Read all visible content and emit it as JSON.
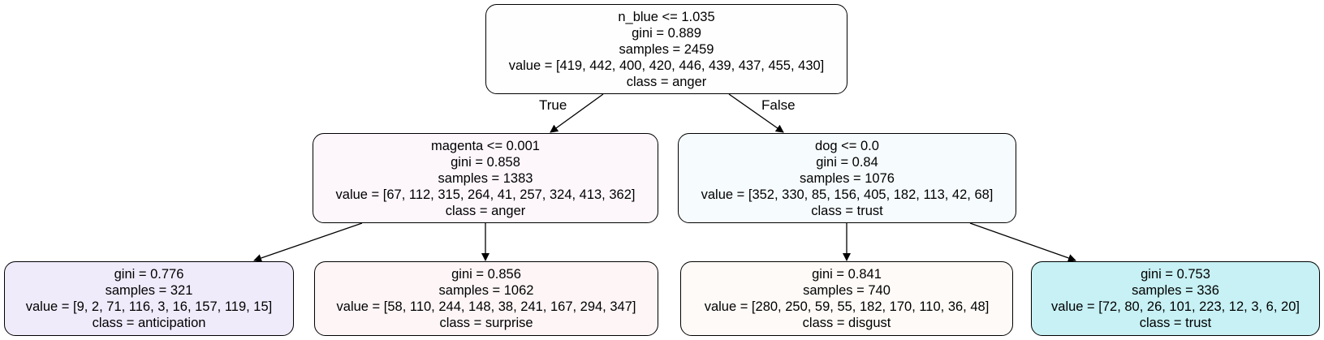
{
  "nodes": [
    {
      "id": "root",
      "lines": [
        "n_blue <= 1.035",
        "gini = 0.889",
        "samples = 2459",
        "value = [419, 442, 400, 420, 446, 439, 437, 455, 430]",
        "class = anger"
      ],
      "fill": "#fffefe"
    },
    {
      "id": "left",
      "lines": [
        "magenta <= 0.001",
        "gini = 0.858",
        "samples = 1383",
        "value = [67, 112, 315, 264, 41, 257, 324, 413, 362]",
        "class = anger"
      ],
      "fill": "#fdf7fc"
    },
    {
      "id": "right",
      "lines": [
        "dog <= 0.0",
        "gini = 0.84",
        "samples = 1076",
        "value = [352, 330, 85, 156, 405, 182, 113, 42, 68]",
        "class = trust"
      ],
      "fill": "#f6fbfe"
    },
    {
      "id": "ll",
      "lines": [
        "gini = 0.776",
        "samples = 321",
        "value = [9, 2, 71, 116, 3, 16, 157, 119, 15]",
        "class = anticipation"
      ],
      "fill": "#f0ebfb"
    },
    {
      "id": "lr",
      "lines": [
        "gini = 0.856",
        "samples = 1062",
        "value = [58, 110, 244, 148, 38, 241, 167, 294, 347]",
        "class = surprise"
      ],
      "fill": "#fdf5f6"
    },
    {
      "id": "rl",
      "lines": [
        "gini = 0.841",
        "samples = 740",
        "value = [280, 250, 59, 55, 182, 170, 110, 36, 48]",
        "class = disgust"
      ],
      "fill": "#fefaf7"
    },
    {
      "id": "rr",
      "lines": [
        "gini = 0.753",
        "samples = 336",
        "value = [72, 80, 26, 101, 223, 12, 3, 6, 20]",
        "class = trust"
      ],
      "fill": "#c7f1f4"
    }
  ],
  "edge_labels": {
    "true_label": "True",
    "false_label": "False"
  }
}
